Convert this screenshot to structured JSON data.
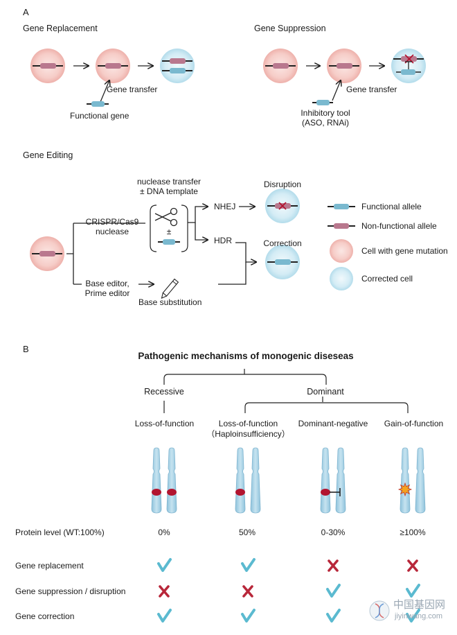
{
  "panel_a": {
    "label": "A",
    "gene_replacement": {
      "title": "Gene Replacement",
      "transfer_label": "Gene transfer",
      "tool_label": "Functional gene"
    },
    "gene_suppression": {
      "title": "Gene Suppression",
      "transfer_label": "Gene transfer",
      "tool_label_line1": "Inhibitory tool",
      "tool_label_line2": "(ASO, RNAi)"
    },
    "gene_editing": {
      "title": "Gene Editing",
      "nuclease_transfer_line1": "nuclease transfer",
      "nuclease_transfer_line2": "± DNA template",
      "plus_minus": "±",
      "crispr_line1": "CRISPR/Cas9",
      "crispr_line2": "nuclease",
      "base_editor_line1": "Base editor,",
      "base_editor_line2": "Prime editor",
      "base_substitution": "Base substitution",
      "nhej": "NHEJ",
      "hdr": "HDR",
      "disruption": "Disruption",
      "correction": "Correction"
    },
    "legend": {
      "functional_allele": "Functional allele",
      "nonfunctional_allele": "Non-functional allele",
      "mutant_cell": "Cell with gene mutation",
      "corrected_cell": "Corrected cell"
    }
  },
  "panel_b": {
    "label": "B",
    "title": "Pathogenic mechanisms of monogenic diseseas",
    "recessive": "Recessive",
    "dominant": "Dominant",
    "mechanisms": [
      {
        "line1": "Loss-of-function",
        "line2": ""
      },
      {
        "line1": "Loss-of-function",
        "line2": "（Haploinsufficiency）"
      },
      {
        "line1": "Dominant-negative",
        "line2": ""
      },
      {
        "line1": "Gain-of-function",
        "line2": ""
      }
    ],
    "protein_level_label": "Protein level  (WT:100%)",
    "protein_levels": [
      "0%",
      "50%",
      "0-30%",
      "≥100%"
    ],
    "therapies": [
      {
        "label": "Gene replacement",
        "marks": [
          "check",
          "check",
          "cross",
          "cross"
        ]
      },
      {
        "label": "Gene suppression / disruption",
        "marks": [
          "cross",
          "cross",
          "check",
          "check"
        ]
      },
      {
        "label": "Gene correction",
        "marks": [
          "check",
          "check",
          "check",
          "check"
        ]
      }
    ]
  },
  "colors": {
    "mutant_cell": "#f5c9c4",
    "corrected_cell": "#cde8f3",
    "functional_allele": "#7ab9cf",
    "nonfunctional_allele": "#b9788e",
    "chromosome": "#a9d2e6",
    "mutation_dot": "#b2142f",
    "check": "#5bbad0",
    "cross": "#b8273a"
  },
  "watermark": {
    "name": "中国基因网",
    "url": "jiyinwang.com"
  }
}
